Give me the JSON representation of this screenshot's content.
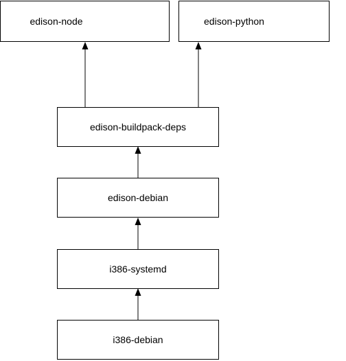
{
  "nodes": {
    "edison_node": {
      "label": "edison-node"
    },
    "edison_python": {
      "label": "edison-python"
    },
    "edison_buildpack_deps": {
      "label": "edison-buildpack-deps"
    },
    "edison_debian": {
      "label": "edison-debian"
    },
    "i386_systemd": {
      "label": "i386-systemd"
    },
    "i386_debian": {
      "label": "i386-debian"
    }
  },
  "edges": [
    {
      "from": "edison_buildpack_deps",
      "to": "edison_node"
    },
    {
      "from": "edison_buildpack_deps",
      "to": "edison_python"
    },
    {
      "from": "edison_debian",
      "to": "edison_buildpack_deps"
    },
    {
      "from": "i386_systemd",
      "to": "edison_debian"
    },
    {
      "from": "i386_debian",
      "to": "i386_systemd"
    }
  ]
}
